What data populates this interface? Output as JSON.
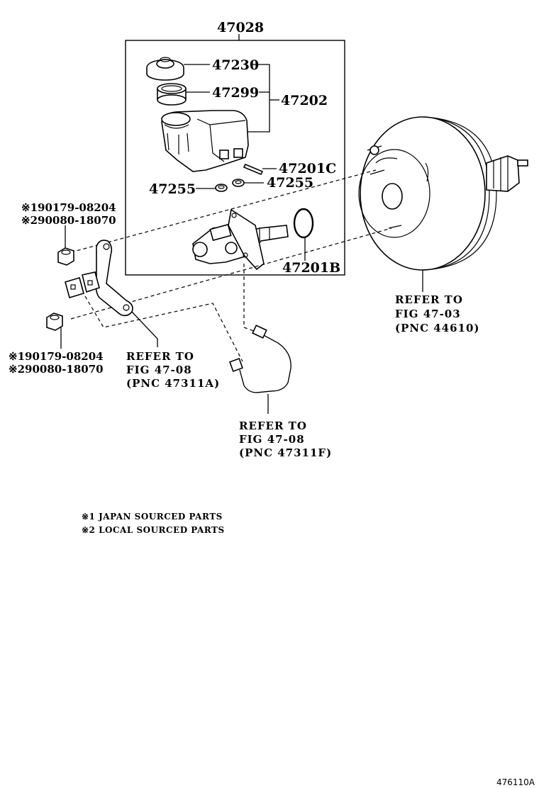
{
  "assembly": {
    "number": "47028"
  },
  "parts": {
    "cap": "47230",
    "strainer": "47299",
    "reservoir_group": "47202",
    "reservoir_pin": "47201C",
    "grommet_left": "47255",
    "grommet_right": "47255",
    "o_ring": "47201B"
  },
  "nut_upper": {
    "line1": "※190179-08204",
    "line2": "※290080-18070"
  },
  "nut_lower": {
    "line1": "※190179-08204",
    "line2": "※290080-18070"
  },
  "refer_booster": {
    "line1": "REFER TO",
    "line2": "FIG 47-03",
    "line3": "(PNC 44610)"
  },
  "refer_bracket": {
    "line1": "REFER TO",
    "line2": "FIG 47-08",
    "line3": "(PNC 47311A)"
  },
  "refer_tube": {
    "line1": "REFER TO",
    "line2": "FIG 47-08",
    "line3": "(PNC 47311F)"
  },
  "notes": {
    "note1": "※1 JAPAN SOURCED PARTS",
    "note2": "※2 LOCAL SOURCED PARTS"
  },
  "figure_code": "476110A"
}
